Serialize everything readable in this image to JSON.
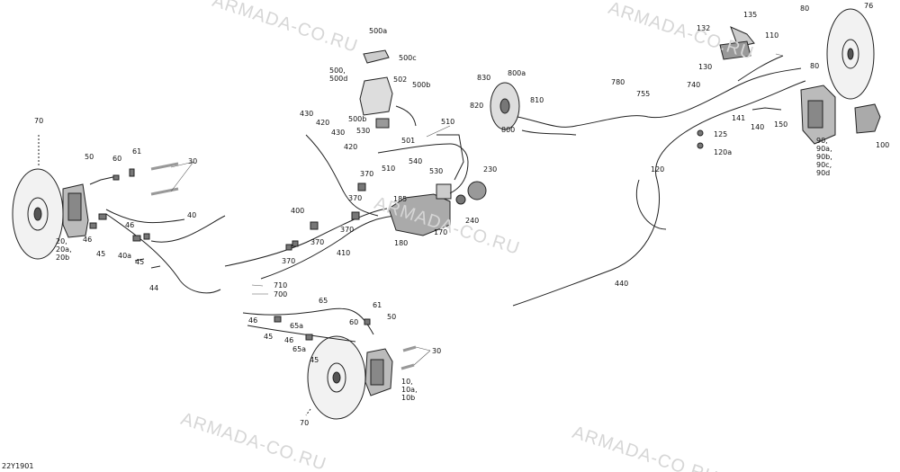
{
  "diagram_code": "22Y1901",
  "watermark": "ARMADA-CO.RU",
  "labels": {
    "p76": "76",
    "p80a": "80",
    "p80b": "80",
    "p135": "135",
    "p132": "132",
    "p110": "110",
    "p130": "130",
    "p120a": "120a",
    "p125": "125",
    "p120": "120",
    "p440": "440",
    "p740": "740",
    "p780": "780",
    "p755": "755",
    "p141": "141",
    "p140": "140",
    "p150": "150",
    "p90": "90,\n90a,\n90b,\n90c,\n90d",
    "p100": "100",
    "p830": "830",
    "p800a": "800a",
    "p820": "820",
    "p810": "810",
    "p800": "800",
    "p500a": "500a",
    "p500c": "500c",
    "p500bd": "500,\n500d",
    "p502": "502",
    "p500b1": "500b",
    "p500b2": "500b",
    "p530a": "530",
    "p501": "501",
    "p510a": "510",
    "p540": "540",
    "p510b": "510",
    "p230": "230",
    "p530b": "530",
    "p185": "185",
    "p240": "240",
    "p170": "170",
    "p180": "180",
    "p430a": "430",
    "p420a": "420",
    "p430b": "430",
    "p420b": "420",
    "p370a": "370",
    "p370b": "370",
    "p370c": "370",
    "p370d": "370",
    "p400": "400",
    "p410": "410",
    "p710": "710",
    "p700": "700",
    "p70a": "70",
    "p50a": "50",
    "p60a": "60",
    "p61a": "61",
    "p30a": "30",
    "p40": "40",
    "p46a": "46",
    "p45a": "45",
    "p40a": "40a",
    "p46b": "46",
    "p45b": "45",
    "p44": "44",
    "p20": "20,\n20a,\n20b",
    "p65": "65",
    "p46c": "46",
    "p65a1": "65a",
    "p45c": "45",
    "p46d": "46",
    "p65a2": "65a",
    "p45d": "45",
    "p61b": "61",
    "p60b": "60",
    "p50b": "50",
    "p30b": "30",
    "p10": "10,\n10a,\n10b",
    "p70b": "70"
  }
}
